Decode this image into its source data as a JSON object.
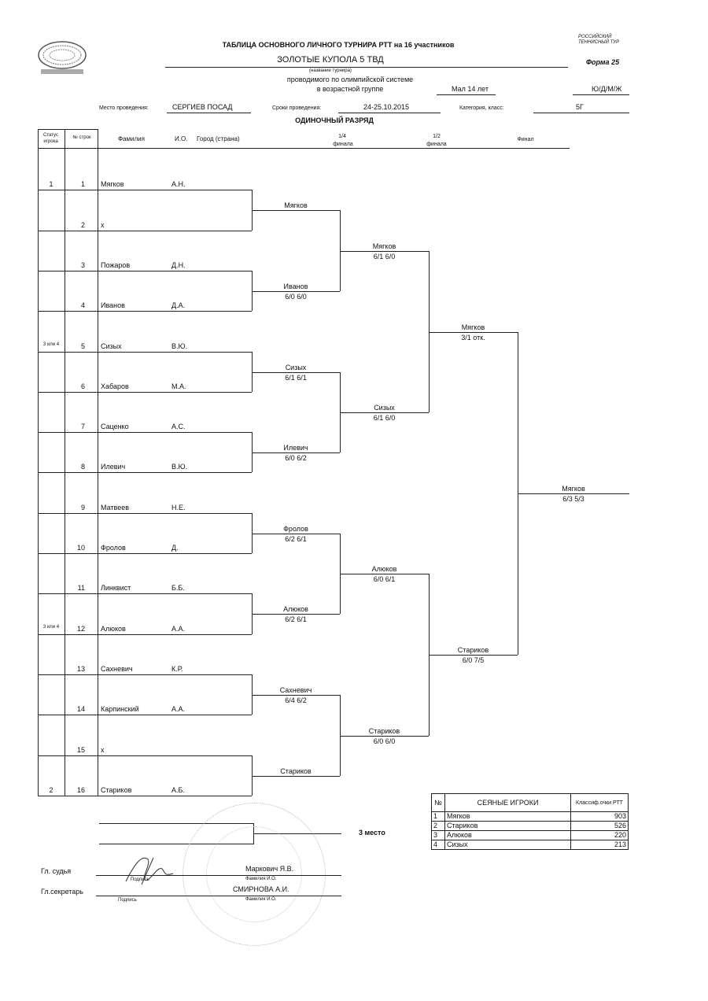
{
  "header": {
    "title": "ТАБЛИЦА ОСНОВНОГО ЛИЧНОГО ТУРНИРА РТТ на 16 участников",
    "tournament": "ЗОЛОТЫЕ КУПОЛА 5 ТВД",
    "tournament_caption": "(название турнира)",
    "system_line1": "проводимого по олимпийской системе",
    "system_line2": "в возрастной группе",
    "age_group": "Мал 14 лет",
    "gender_options": "Ю/Д/М/Ж",
    "org_logo_text": "РОССИЙСКИЙ ТЕННИСНЫЙ ТУР",
    "form_label": "Форма 25",
    "venue_label": "Место проведения:",
    "venue": "СЕРГИЕВ ПОСАД",
    "dates_label": "Сроки проведения:",
    "dates": "24-25.10.2015",
    "category_label": "Категория, класс:",
    "category": "5Г",
    "discipline": "ОДИНОЧНЫЙ РАЗРЯД"
  },
  "columns": {
    "status": "Статус игрока",
    "line_no": "№ строк",
    "surname": "Фамилия",
    "initials": "И.О.",
    "city": "Город (страна)",
    "qf_line1": "1/4",
    "qf_line2": "финала",
    "sf_line1": "1/2",
    "sf_line2": "финала",
    "final": "Финал"
  },
  "players": [
    {
      "no": "1",
      "status": "1",
      "surname": "Мягков",
      "initials": "А.Н."
    },
    {
      "no": "2",
      "status": "",
      "surname": "x",
      "initials": ""
    },
    {
      "no": "3",
      "status": "",
      "surname": "Пожаров",
      "initials": "Д.Н."
    },
    {
      "no": "4",
      "status": "",
      "surname": "Иванов",
      "initials": "Д.А."
    },
    {
      "no": "5",
      "status": "3 или 4",
      "surname": "Сизых",
      "initials": "В.Ю."
    },
    {
      "no": "6",
      "status": "",
      "surname": "Хабаров",
      "initials": "М.А."
    },
    {
      "no": "7",
      "status": "",
      "surname": "Саценко",
      "initials": "А.С."
    },
    {
      "no": "8",
      "status": "",
      "surname": "Илевич",
      "initials": "В.Ю."
    },
    {
      "no": "9",
      "status": "",
      "surname": "Матвеев",
      "initials": "Н.Е."
    },
    {
      "no": "10",
      "status": "",
      "surname": "Фролов",
      "initials": "Д."
    },
    {
      "no": "11",
      "status": "",
      "surname": "Линквист",
      "initials": "Б.Б."
    },
    {
      "no": "12",
      "status": "3 или 4",
      "surname": "Алюков",
      "initials": "А.А."
    },
    {
      "no": "13",
      "status": "",
      "surname": "Сахневич",
      "initials": "К.Р."
    },
    {
      "no": "14",
      "status": "",
      "surname": "Карпинский",
      "initials": "А.А."
    },
    {
      "no": "15",
      "status": "",
      "surname": "x",
      "initials": ""
    },
    {
      "no": "16",
      "status": "2",
      "surname": "Стариков",
      "initials": "А.Б."
    }
  ],
  "round2": [
    {
      "winner": "Мягков",
      "score": ""
    },
    {
      "winner": "Иванов",
      "score": "6/0 6/0"
    },
    {
      "winner": "Сизых",
      "score": "6/1 6/1"
    },
    {
      "winner": "Илевич",
      "score": "6/0 6/2"
    },
    {
      "winner": "Фролов",
      "score": "6/2 6/1"
    },
    {
      "winner": "Алюков",
      "score": "6/2 6/1"
    },
    {
      "winner": "Сахневич",
      "score": "6/4 6/2"
    },
    {
      "winner": "Стариков",
      "score": ""
    }
  ],
  "round3": [
    {
      "winner": "Мягков",
      "score": "6/1 6/0"
    },
    {
      "winner": "Сизых",
      "score": "6/1 6/0"
    },
    {
      "winner": "Алюков",
      "score": "6/0 6/1"
    },
    {
      "winner": "Стариков",
      "score": "6/0 6/0"
    }
  ],
  "round4": [
    {
      "winner": "Мягков",
      "score": "3/1 отк."
    },
    {
      "winner": "Стариков",
      "score": "6/0 7/5"
    }
  ],
  "champion": {
    "winner": "Мягков",
    "score": "6/3 5/3"
  },
  "third_place_label": "3 место",
  "seeds": {
    "col_no": "№",
    "col_name": "СЕЯНЫЕ ИГРОКИ",
    "col_rating": "Классиф.очки РТТ",
    "rows": [
      {
        "no": "1",
        "name": "Мягков",
        "rating": "903"
      },
      {
        "no": "2",
        "name": "Стариков",
        "rating": "526"
      },
      {
        "no": "3",
        "name": "Алюков",
        "rating": "220"
      },
      {
        "no": "4",
        "name": "Сизых",
        "rating": "213"
      }
    ]
  },
  "officials": {
    "referee_label": "Гл. судья",
    "referee_name": "Маркович Я.В.",
    "secretary_label": "Гл.секретарь",
    "secretary_name": "СМИРНОВА А.И.",
    "signature_caption": "Подпись",
    "name_caption": "Фамилия И.О."
  }
}
